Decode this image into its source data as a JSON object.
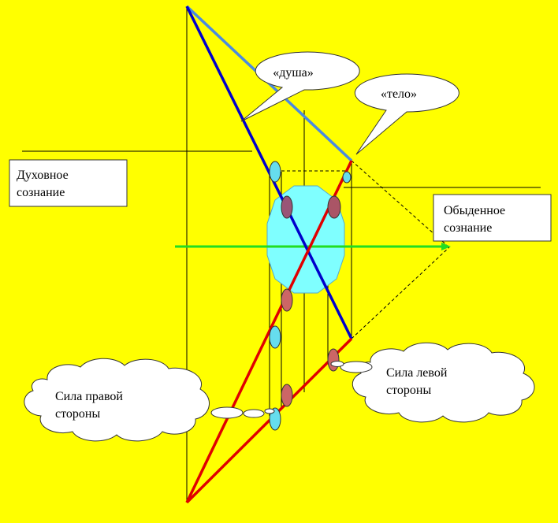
{
  "labels": {
    "soul": "«душа»",
    "body": "«тело»",
    "spiritual_line1": "Духовное",
    "spiritual_line2": "сознание",
    "ordinary_line1": "Обыденное",
    "ordinary_line2": "сознание",
    "right_line1": "Сила правой",
    "right_line2": "стороны",
    "left_line1": "Сила левой",
    "left_line2": "стороны"
  },
  "colors": {
    "background": "#ffff00",
    "dark_blue": "#0000cc",
    "light_blue": "#4a8ae0",
    "red": "#e00000",
    "green": "#22dd22",
    "cyan": "#7fffff",
    "node_red": "#cc6666",
    "node_dark": "#995577",
    "node_cyan": "#66ddee"
  }
}
